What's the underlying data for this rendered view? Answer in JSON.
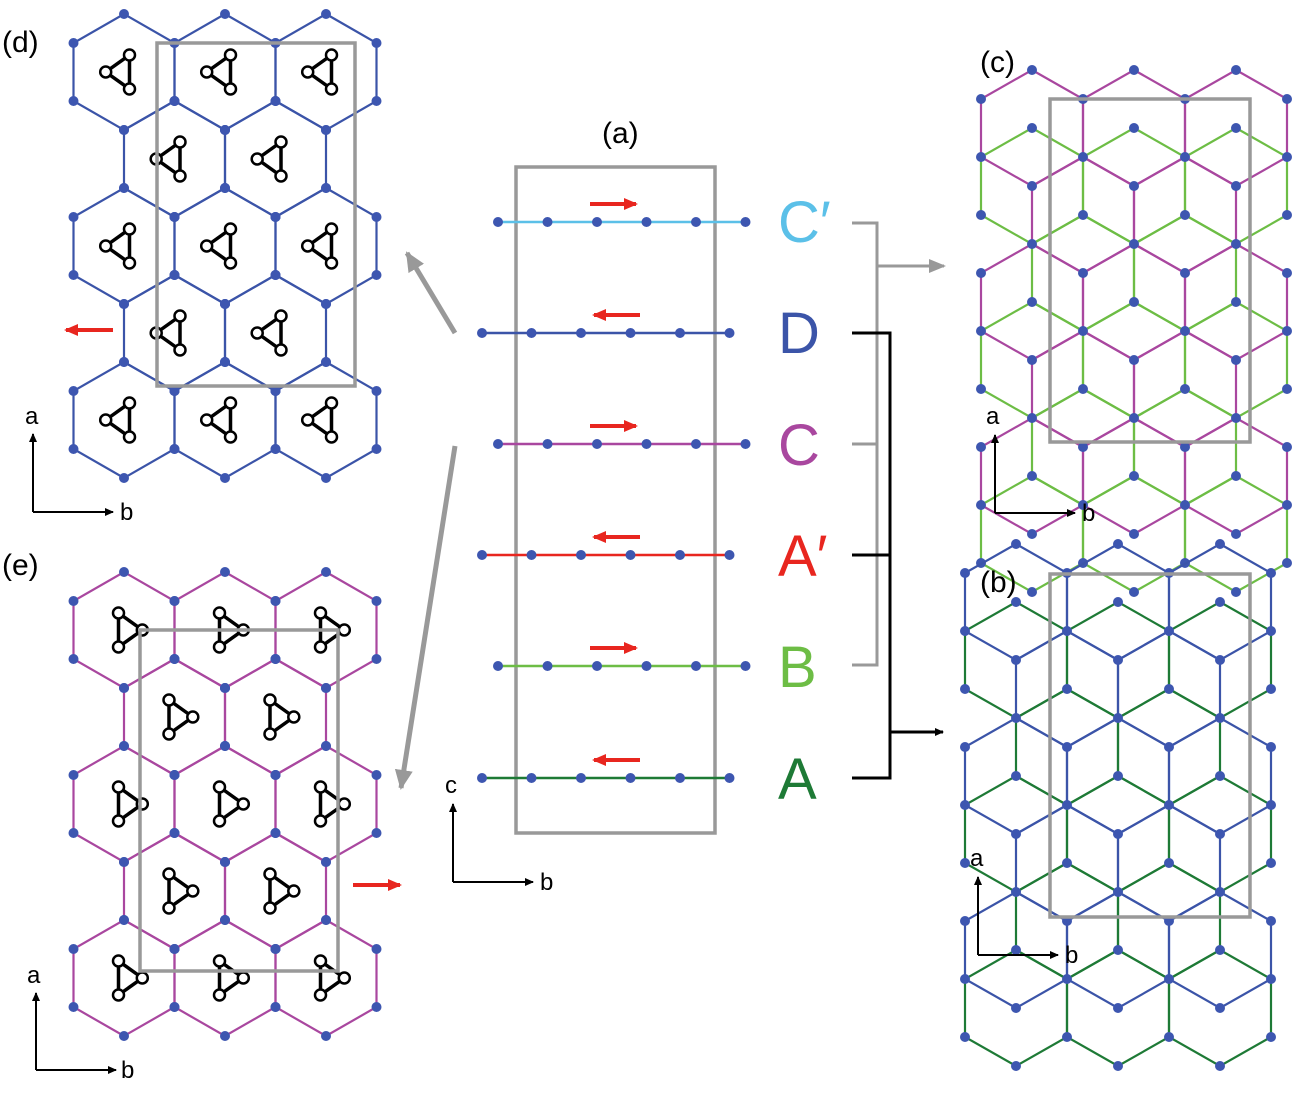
{
  "panels": {
    "a": "(a)",
    "b": "(b)",
    "c": "(c)",
    "d": "(d)",
    "e": "(e)"
  },
  "axes": {
    "a_panel": {
      "vertical": "c",
      "horizontal": "b"
    },
    "b_panel": {
      "vertical": "a",
      "horizontal": "b"
    },
    "c_panel": {
      "vertical": "a",
      "horizontal": "b"
    },
    "d_panel": {
      "vertical": "a",
      "horizontal": "b"
    },
    "e_panel": {
      "vertical": "a",
      "horizontal": "b"
    }
  },
  "layers": [
    {
      "label": "C′",
      "color": "#5bc0e8",
      "arrow": "right"
    },
    {
      "label": "D",
      "color": "#3b54a8",
      "arrow": "left"
    },
    {
      "label": "C",
      "color": "#a9479f",
      "arrow": "right"
    },
    {
      "label": "A′",
      "color": "#e8261f",
      "arrow": "left"
    },
    {
      "label": "B",
      "color": "#6dbd45",
      "arrow": "right"
    },
    {
      "label": "A",
      "color": "#1e7a36",
      "arrow": "left"
    }
  ],
  "colors": {
    "atom": "#3d56b0",
    "cell": "#999999",
    "arrow_red": "#e8261f",
    "arrow_gray": "#999999",
    "bracket_black": "#000000",
    "molecule": "#000000",
    "hex_d": "#3b54a8",
    "hex_e": "#a9479f"
  },
  "stacking": {
    "c_panel_layers": [
      "C′",
      "C",
      "B"
    ],
    "b_panel_layers": [
      "D",
      "A′",
      "A"
    ]
  }
}
